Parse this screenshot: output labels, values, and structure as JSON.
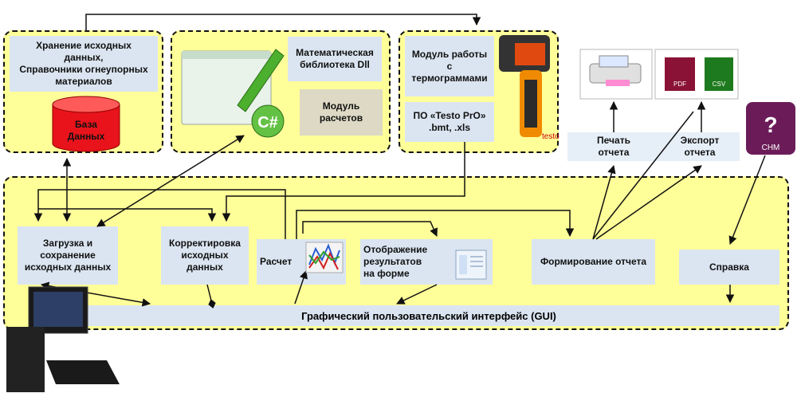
{
  "blocks": {
    "storage_title": "Хранение исходных\nданных,\nСправочники огнеупорных\nматериалов",
    "database": "База\nДанных",
    "math_library": "Математическая\nбиблиотека Dll",
    "calc_module": "Модуль\nрасчетов",
    "thermo_module": "Модуль работы\nс\nтермограммами",
    "testo_software": "ПО «Testo PrO»\n.bmt, .xls",
    "print_report": "Печать\nотчета",
    "export_report": "Экспорт\nотчета",
    "load_save": "Загрузка и\nсохранение\nисходных данных",
    "correct_data": "Корректировка\nисходных\nданных",
    "calculation": "Расчет",
    "display_results": "Отображение\nрезультатов\nна форме",
    "form_report": "Формирование отчета",
    "help": "Справка",
    "gui": "Графический пользовательский интерфейс (GUI)"
  },
  "icons": {
    "csharp_label": "C#",
    "pdf_label": "PDF",
    "csv_label": "CSV",
    "chm_label": "CHM",
    "testo_label": "testo"
  },
  "colors": {
    "panel_fill": "#ffff99",
    "box_fill": "#dbe5f1",
    "db_red": "#e8131b"
  }
}
